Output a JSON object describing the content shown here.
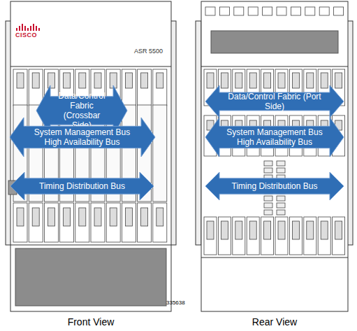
{
  "diagram": {
    "nodes": [
      {
        "text": [
          "Data/Control Fabric (Crossbar Side)"
        ]
      },
      {
        "text": [
          "System Management Bus High Availability Bus"
        ]
      },
      {
        "text": [
          "Timing Distribution Bus"
        ]
      },
      {
        "text": [
          "Data/Control Fabric (Port Side)"
        ]
      },
      {
        "text": [
          "System Management Bus High Availability Bus"
        ]
      },
      {
        "text": [
          "Timing Distribution Bus"
        ]
      }
    ],
    "labels": [
      "CISCO",
      "ASR 5500",
      "335638",
      "Front View",
      "Rear View"
    ]
  }
}
